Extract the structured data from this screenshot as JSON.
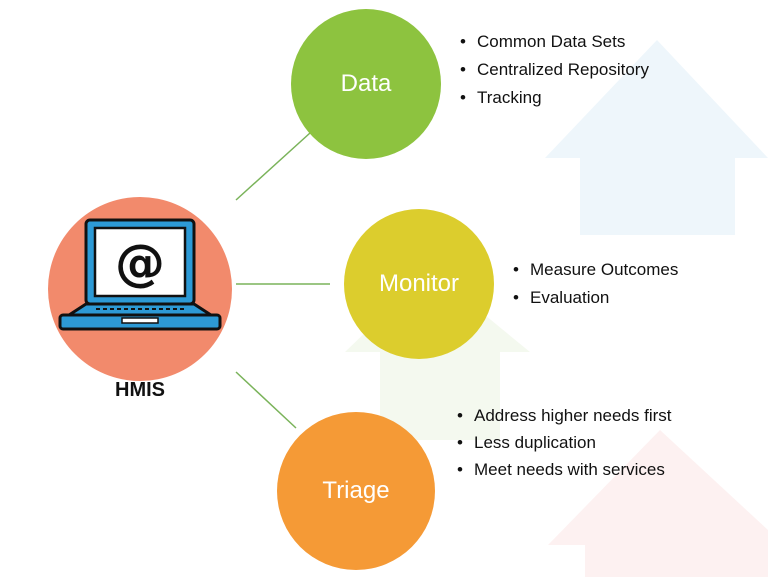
{
  "colors": {
    "data": "#8dc33f",
    "monitor": "#dccd2d",
    "triage": "#f59a36",
    "laptop_bg": "#f28a6c",
    "laptop_frame": "#2d9ad6",
    "connector": "#7ab35a"
  },
  "center": {
    "label": "HMIS",
    "icon": "laptop-at-sign-icon",
    "symbol": "@"
  },
  "nodes": {
    "data": {
      "label": "Data",
      "bullets": [
        "Common Data Sets",
        "Centralized Repository",
        "Tracking"
      ]
    },
    "monitor": {
      "label": "Monitor",
      "bullets": [
        "Measure Outcomes",
        "Evaluation"
      ]
    },
    "triage": {
      "label": "Triage",
      "bullets": [
        "Address higher needs first",
        "Less duplication",
        "Meet needs with services"
      ]
    }
  }
}
